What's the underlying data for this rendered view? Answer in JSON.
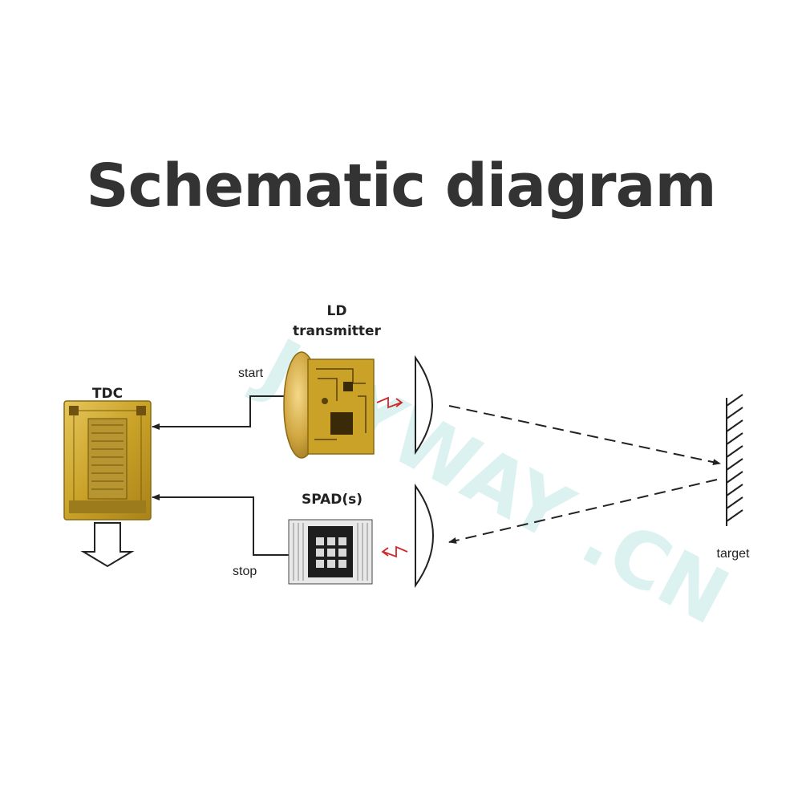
{
  "title": "Schematic diagram",
  "labels": {
    "ld_line1": "LD",
    "ld_line2": "transmitter",
    "tdc": "TDC",
    "spad": "SPAD(s)",
    "start": "start",
    "stop": "stop",
    "target": "target"
  },
  "watermark": "JOYWAY .CN",
  "colors": {
    "title": "#333333",
    "line": "#222222",
    "chip_gold": "#c9a227",
    "chip_dark": "#8a6a12",
    "light_arrow": "#cc2a2a",
    "watermark": "#bfe9e4"
  }
}
